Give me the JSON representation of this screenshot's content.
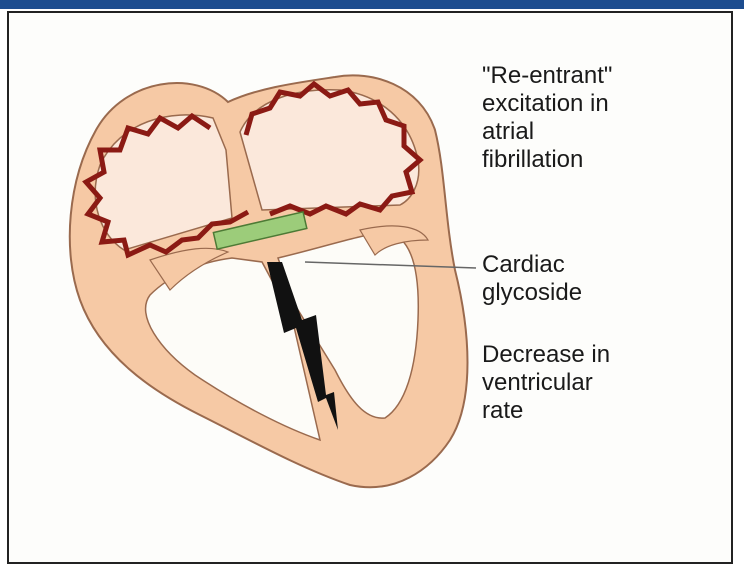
{
  "colors": {
    "frame_band": "#1d4d8f",
    "myocardium": "#f6c9a5",
    "myocardium_edge": "#9a6a4e",
    "reentrant_path": "#8b1a14",
    "glycoside_bar": "#9ccc7a",
    "impulse_bolt": "#111111"
  },
  "labels": {
    "reentrant": "\"Re-entrant\"\nexcitation in\natrial\nfibrillation",
    "glycoside": "Cardiac\nglycoside",
    "decrease": "Decrease in\nventricular\nrate"
  },
  "icons": {
    "reentrant_path": "zigzag-loop-icon",
    "impulse": "lightning-bolt-icon",
    "drug_block": "green-bar-icon"
  }
}
